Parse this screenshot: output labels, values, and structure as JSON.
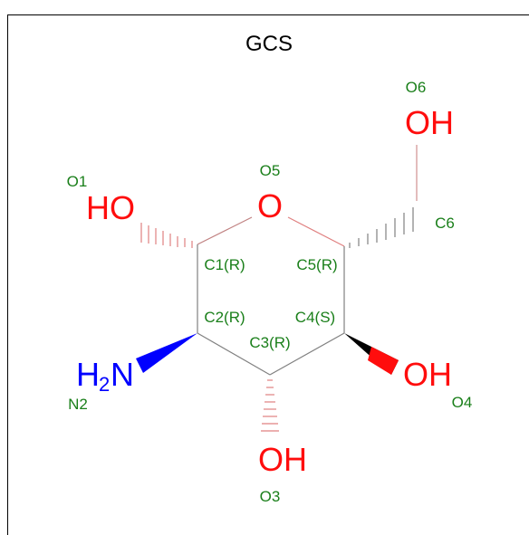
{
  "title": "GCS",
  "atoms": {
    "O1": {
      "text": "HO",
      "label": "O1"
    },
    "O5": {
      "text": "O",
      "label": "O5"
    },
    "O6": {
      "text": "OH",
      "label": "O6"
    },
    "O4": {
      "text": "OH",
      "label": "O4"
    },
    "O3": {
      "text": "OH",
      "label": "O3"
    },
    "N2": {
      "text_main": "H",
      "text_sub": "2",
      "text_tail": "N",
      "label": "N2"
    }
  },
  "carbons": {
    "C1": "C1(R)",
    "C2": "C2(R)",
    "C3": "C3(R)",
    "C4": "C4(S)",
    "C5": "C5(R)",
    "C6": "C6"
  },
  "colors": {
    "oxygen": "#ff0d0d",
    "nitrogen": "#0000ff",
    "label": "#1a7f1a",
    "bond": "#808080"
  }
}
